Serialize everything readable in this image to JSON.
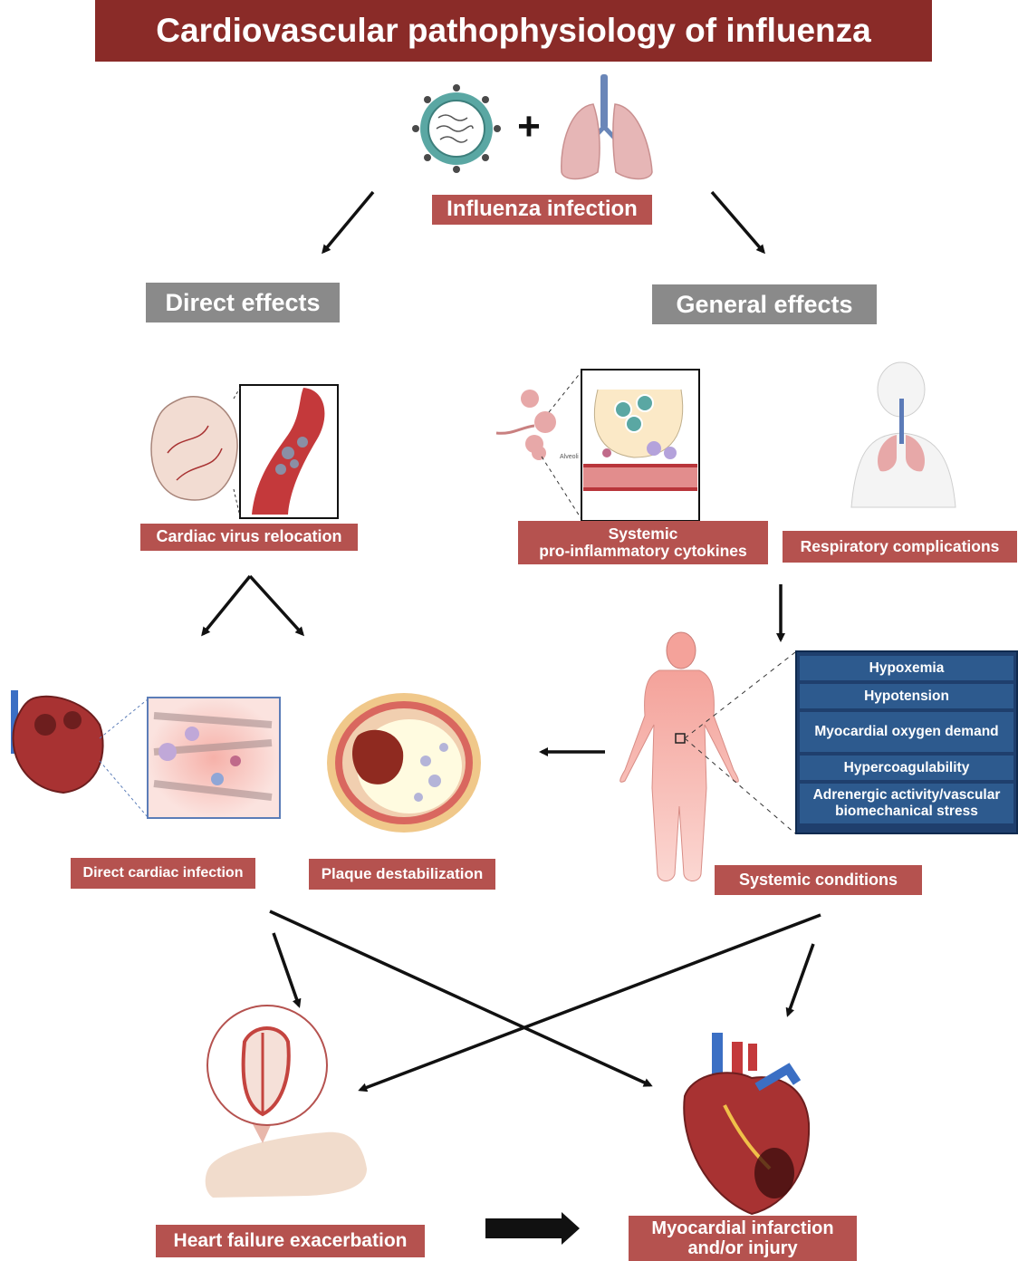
{
  "title": "Cardiovascular pathophysiology of influenza",
  "plus_sign": "+",
  "labels": {
    "influenza_infection": "Influenza infection",
    "direct_effects": "Direct effects",
    "general_effects": "General effects",
    "cardiac_virus_relocation": "Cardiac virus relocation",
    "systemic_cytokines_line1": "Systemic",
    "systemic_cytokines_line2": "pro-inflammatory cytokines",
    "respiratory_complications": "Respiratory complications",
    "direct_cardiac_infection": "Direct cardiac infection",
    "plaque_destabilization": "Plaque destabilization",
    "systemic_conditions": "Systemic conditions",
    "heart_failure": "Heart failure exacerbation",
    "mi_line1": "Myocardial infarction",
    "mi_line2": "and/or injury",
    "alveoli": "Alveoli"
  },
  "conditions": [
    "Hypoxemia",
    "Hypotension",
    "Myocardial oxygen demand",
    "Hypercoagulability",
    "Adrenergic activity/vascular biomechanical stress"
  ],
  "colors": {
    "banner": "#8a2b28",
    "label_red": "#b5524f",
    "label_grey": "#8a8a8a",
    "conditions_blue": "#2d5a8e"
  }
}
